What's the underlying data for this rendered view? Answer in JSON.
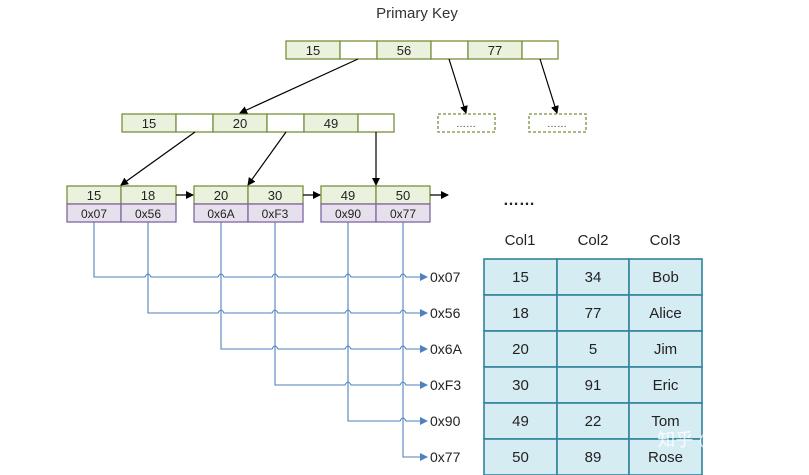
{
  "title": "Primary Key",
  "root": {
    "keys": [
      "15",
      "56",
      "77"
    ]
  },
  "internal": {
    "keys": [
      "15",
      "20",
      "49"
    ]
  },
  "placeholder_label": "……",
  "leaves": [
    {
      "keys": [
        "15",
        "18"
      ],
      "pointers": [
        "0x07",
        "0x56"
      ]
    },
    {
      "keys": [
        "20",
        "30"
      ],
      "pointers": [
        "0x6A",
        "0xF3"
      ]
    },
    {
      "keys": [
        "49",
        "50"
      ],
      "pointers": [
        "0x90",
        "0x77"
      ]
    }
  ],
  "ellipsis": "……",
  "addresses": [
    "0x07",
    "0x56",
    "0x6A",
    "0xF3",
    "0x90",
    "0x77"
  ],
  "table": {
    "headers": [
      "Col1",
      "Col2",
      "Col3"
    ],
    "rows": [
      [
        "15",
        "34",
        "Bob"
      ],
      [
        "18",
        "77",
        "Alice"
      ],
      [
        "20",
        "5",
        "Jim"
      ],
      [
        "30",
        "91",
        "Eric"
      ],
      [
        "49",
        "22",
        "Tom"
      ],
      [
        "50",
        "89",
        "Rose"
      ]
    ]
  },
  "watermark": "知乎 @帅爆了",
  "colors": {
    "node_fill": "#eaf1dd",
    "node_border": "#76923c",
    "ptr_fill": "#e6e0ec",
    "ptr_border": "#8064a2",
    "line_blue": "#4f81bd",
    "table_fill": "#d6ecf3",
    "table_border": "#31849b"
  }
}
